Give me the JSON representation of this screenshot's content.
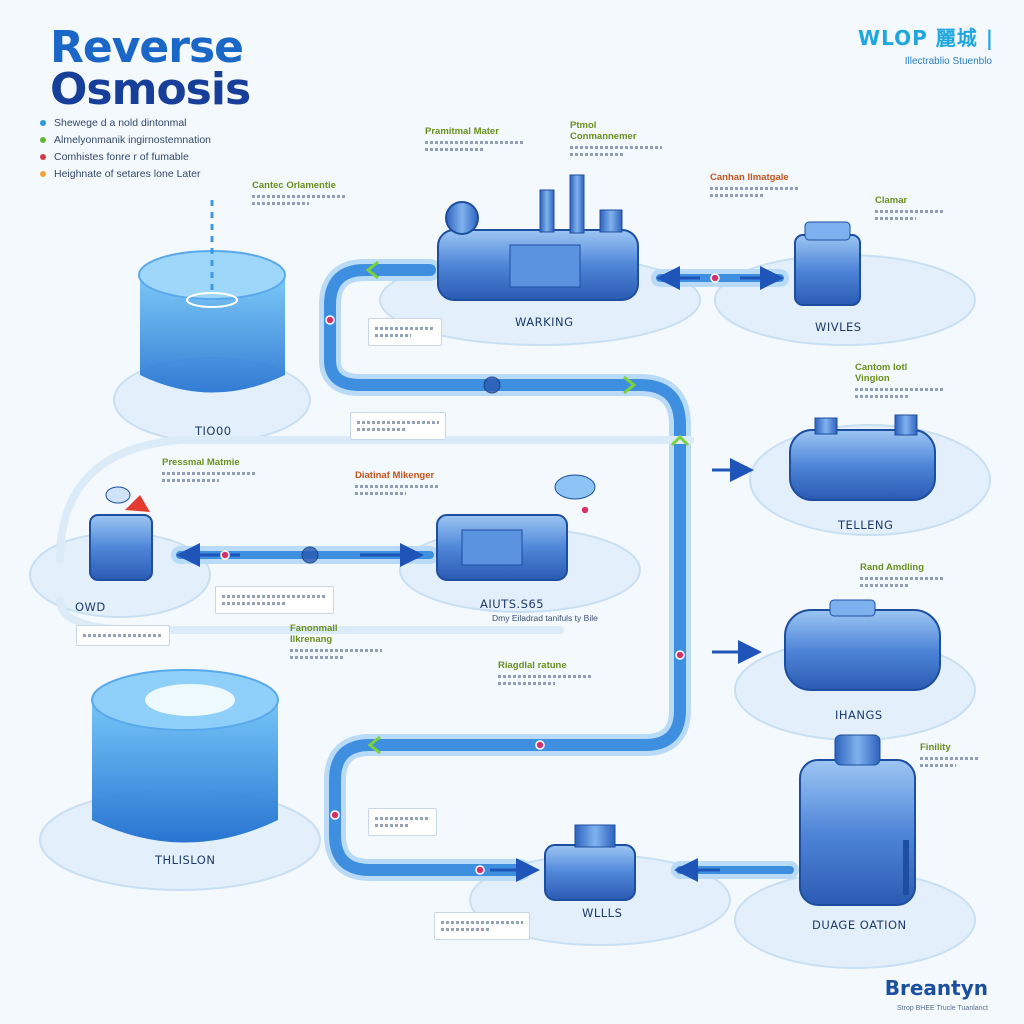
{
  "header": {
    "title_line1": "Reverse",
    "title_line2": "Osmosis",
    "brand": "WLOP 麗城 |",
    "brand_sub": "Illectrablio Stuenblo"
  },
  "legend": [
    {
      "text": "Shewege d a nold dintonmal",
      "color": "#2b9be0"
    },
    {
      "text": "Almelyonmanik ingirnostemnation",
      "color": "#63b82e"
    },
    {
      "text": "Comhistes fonre r of fumable",
      "color": "#d23a45"
    },
    {
      "text": "Heighnate of setares lone Later",
      "color": "#f0a33b"
    }
  ],
  "stages": {
    "source_tank": "TIO00",
    "main_pump": "WARKING",
    "top_right_module": "WIVLES",
    "left_unit": "OWD",
    "center_motor": "AIUTS.S65",
    "right_upper_unit": "TELLENG",
    "right_middle_unit": "IHANGS",
    "lower_tank": "THLISLON",
    "bottom_unit": "WLLLS",
    "storage_tank": "DUAGE OATION"
  },
  "annotations": {
    "main_pump_title": "Pramitmal Mater",
    "top_right_title": "Ptmol Conmannemer",
    "source_title": "Cantec Orlamentie",
    "module_title": "Canhan Ilmatgale",
    "corner_title": "Clamar",
    "left_title": "Pressmal Matmie",
    "center_title": "Diatinaf Mikenger",
    "right_upper_title": "Cantom lotl Vingion",
    "right_middle_title": "Rand Amdling",
    "lower_title": "Fanonmall Ilkrenang",
    "bottom_center_title": "Riagdlal ratune",
    "storage_title": "Finility",
    "center_caption": "Dmy Eiladrad tanifuls ty Bile"
  },
  "footer": {
    "brand": "Breantyn",
    "sub": "Strop BHEE Trucle Tuanlanct"
  },
  "colors": {
    "pipe": "#3f8fe0",
    "pipe_light": "#b9dbf7",
    "equipment": "#4f86d8",
    "platform": "#e3f0fb",
    "arrow": "#1f55b8",
    "accent_green": "#7bd23a",
    "valve": "#d6306a"
  }
}
